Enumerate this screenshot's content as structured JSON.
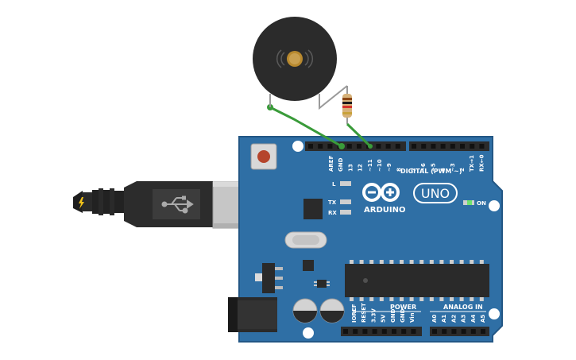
{
  "board": {
    "brand": "ARDUINO",
    "model": "UNO",
    "on_label": "ON",
    "led_l": "L",
    "led_tx": "TX",
    "led_rx": "RX",
    "digital_header": "DIGITAL (PWM ~)",
    "power_header": "POWER",
    "analog_header": "ANALOG IN",
    "digital_pins": [
      "AREF",
      "GND",
      "13",
      "12",
      "~11",
      "~10",
      "~9",
      "8",
      "7",
      "~6",
      "~5",
      "4",
      "~3",
      "2",
      "TX→1",
      "RX←0"
    ],
    "power_pins": [
      "IOREF",
      "RESET",
      "3.3V",
      "5V",
      "GND",
      "GND",
      "Vin"
    ],
    "analog_pins": [
      "A0",
      "A1",
      "A2",
      "A3",
      "A4",
      "A5"
    ]
  },
  "components": {
    "buzzer": "piezo-buzzer",
    "resistor": "resistor",
    "usb": "usb-b-cable",
    "power_jack": "dc-power-jack"
  },
  "wires": [
    {
      "from": "buzzer-negative",
      "to": "GND",
      "color": "#3a9b3a"
    },
    {
      "from": "resistor",
      "to": "~11",
      "color": "#3a9b3a"
    }
  ],
  "colors": {
    "board": "#2f6fa5",
    "board_edge": "#235785",
    "wire": "#3a9b3a",
    "buzzer": "#2b2b2b",
    "cable": "#2a2a2a"
  }
}
